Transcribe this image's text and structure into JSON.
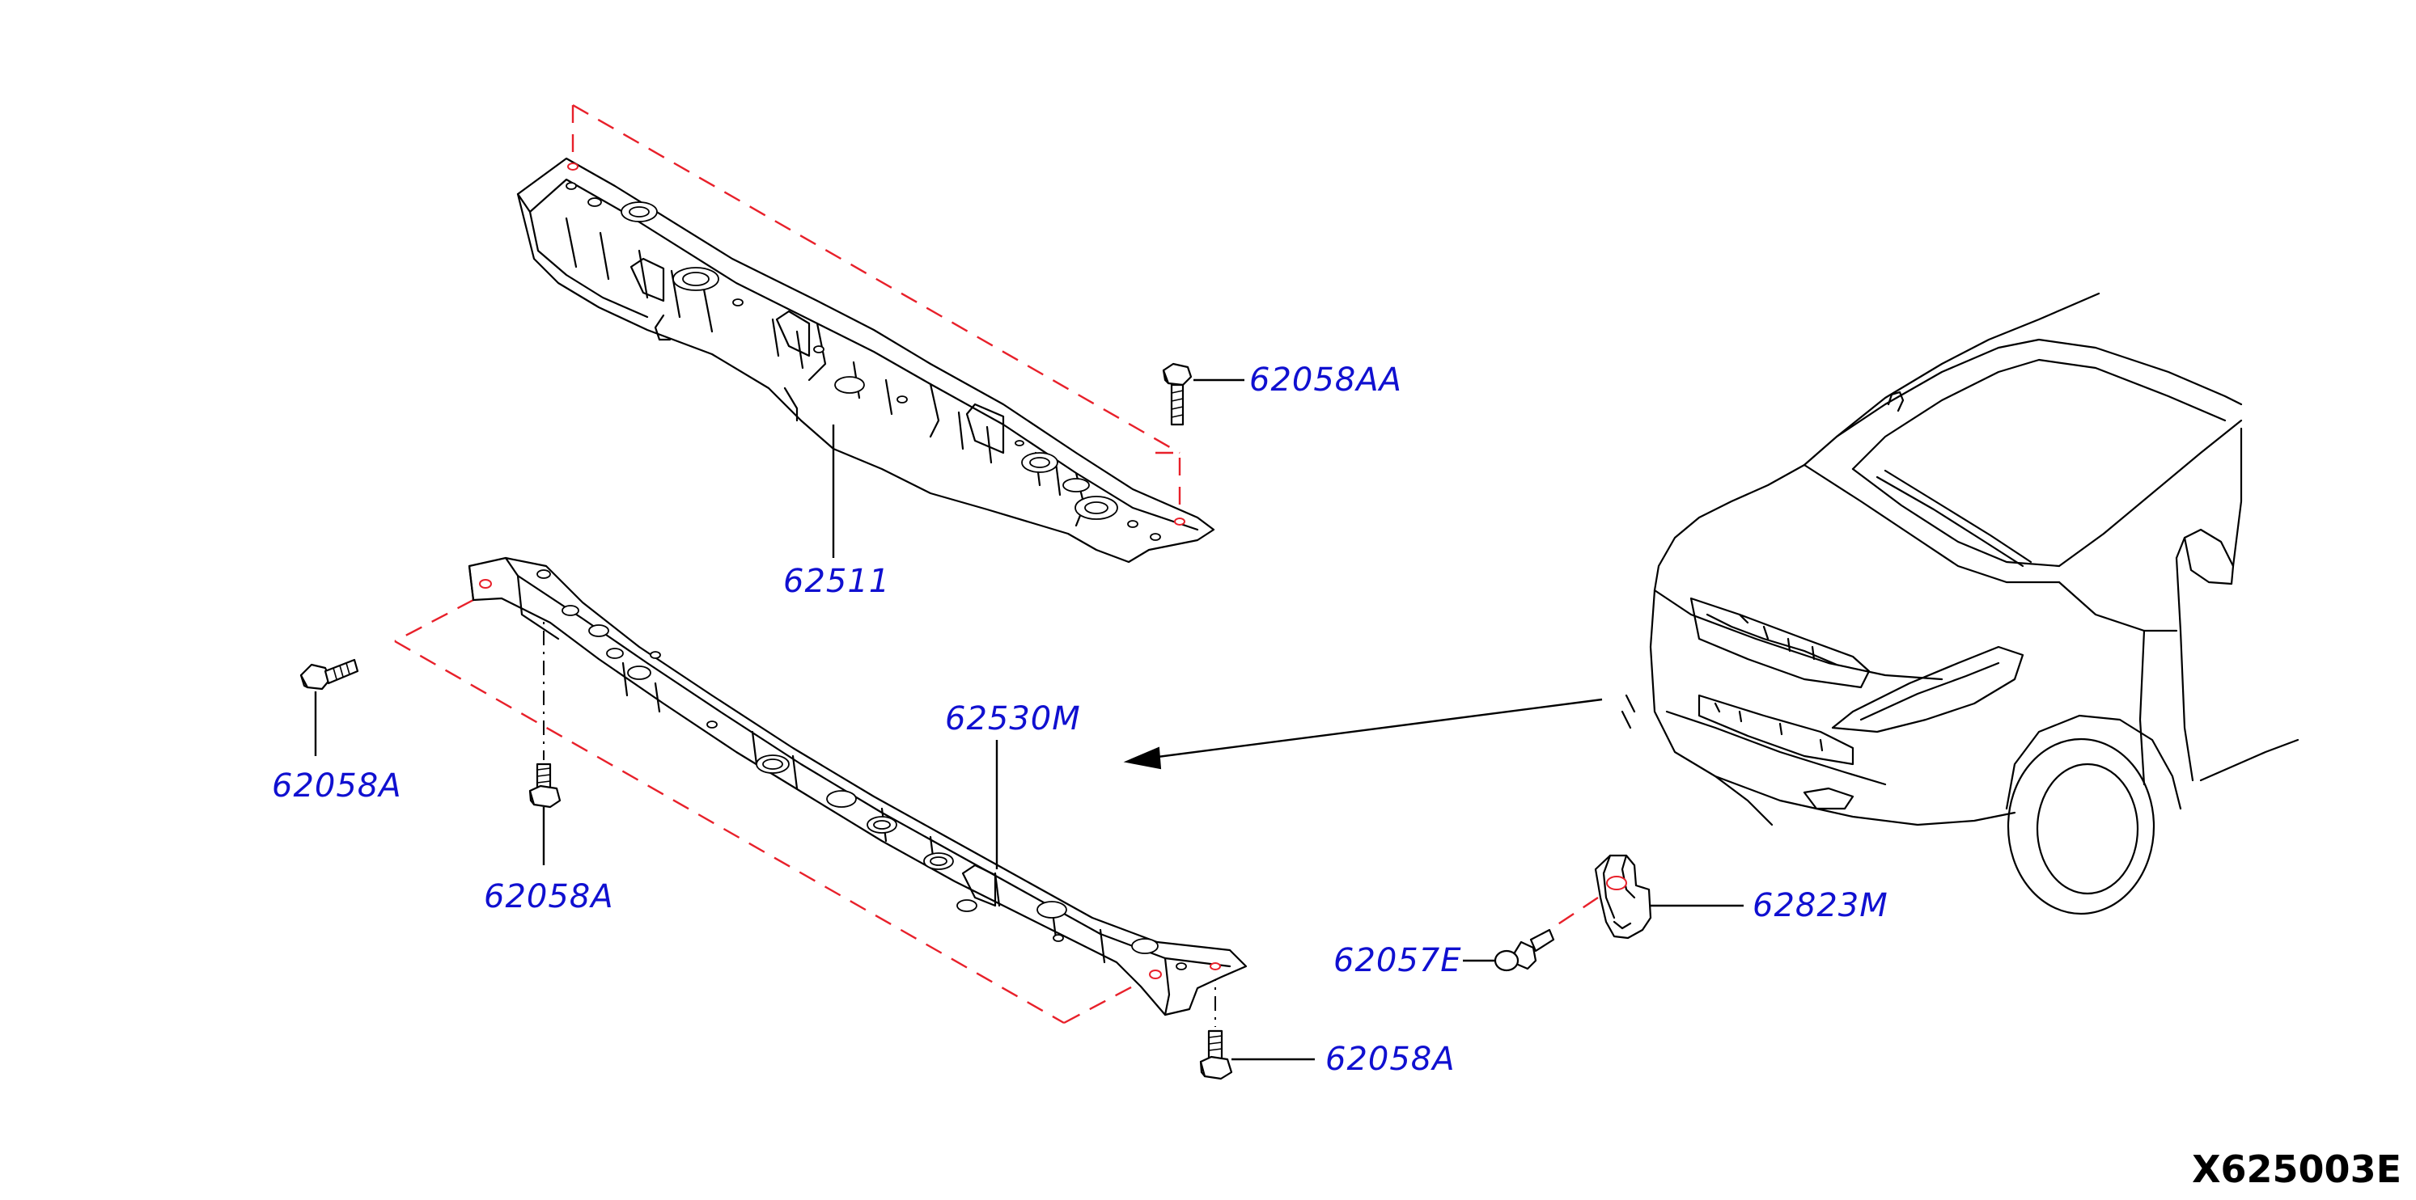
{
  "colors": {
    "part_number": "#1010d0",
    "phantom_line": "#e8202a",
    "outline": "#000000",
    "code": "#000000"
  },
  "parts": {
    "upper_bolt": "62058AA",
    "upper_support": "62511",
    "lower_support": "62530M",
    "left_bolt_side": "62058A",
    "left_bolt_bottom": "62058A",
    "right_bolt_bottom": "62058A",
    "clip": "62057E",
    "bracket": "62823M"
  },
  "diagram_code": "X625003E"
}
